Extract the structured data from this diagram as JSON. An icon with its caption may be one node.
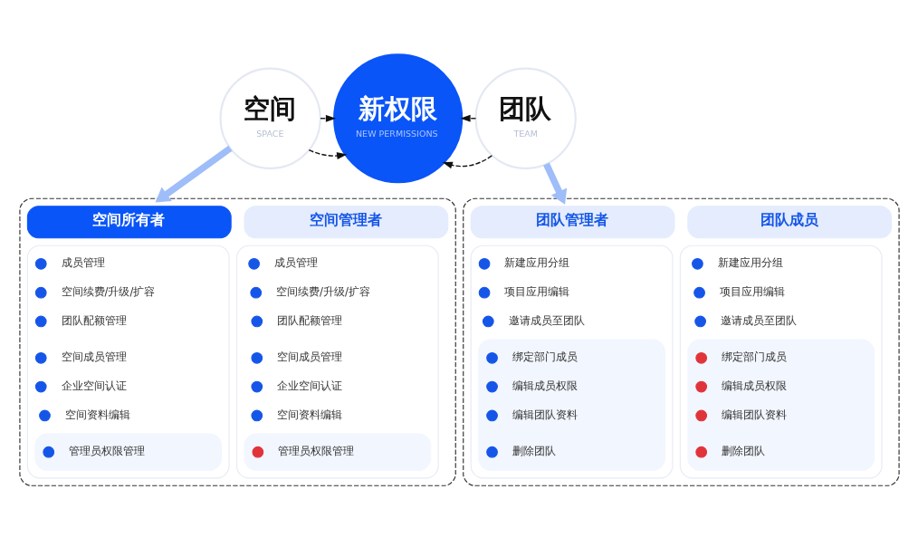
{
  "diagram": {
    "nodes": [
      {
        "text": [
          "空间",
          "SPACE"
        ]
      },
      {
        "text": [
          "新权限",
          "NEW PERMISSIONS"
        ]
      },
      {
        "text": [
          "团队",
          "TEAM"
        ]
      },
      {
        "text": [],
        "shape": "box"
      },
      {
        "text": [
          "空间所有者"
        ],
        "in": 3
      },
      {
        "text": [],
        "shape": "box",
        "in": 3
      },
      {
        "text": [
          "成员管理"
        ],
        "in": 5
      },
      {
        "text": [
          "空间续费/升级/扩容"
        ],
        "in": 5
      },
      {
        "text": [
          "团队配额管理"
        ],
        "in": 5
      },
      {
        "text": [
          "空间成员管理"
        ],
        "in": 5
      },
      {
        "text": [
          "企业空间认证"
        ],
        "in": 5
      },
      {
        "text": [
          "空间资料编辑"
        ],
        "in": 5
      },
      {
        "text": [],
        "shape": "box",
        "in": 5
      },
      {
        "text": [
          "管理员权限管理"
        ],
        "in": 12
      },
      {
        "text": [
          "空间管理者"
        ],
        "in": 3
      },
      {
        "text": [],
        "shape": "box",
        "in": 3
      },
      {
        "text": [
          "成员管理"
        ],
        "in": 15
      },
      {
        "text": [
          "空间续费/升级/扩容"
        ],
        "in": 15
      },
      {
        "text": [
          "团队配额管理"
        ],
        "in": 15
      },
      {
        "text": [
          "空间成员管理"
        ],
        "in": 15
      },
      {
        "text": [
          "企业空间认证"
        ],
        "in": 15
      },
      {
        "text": [
          "空间资料编辑"
        ],
        "in": 15
      },
      {
        "text": [],
        "shape": "box",
        "in": 15
      },
      {
        "text": [
          "管理员权限管理"
        ],
        "in": 22
      },
      {
        "text": [],
        "shape": "box"
      },
      {
        "text": [
          "团队管理者"
        ],
        "in": 24
      },
      {
        "text": [],
        "shape": "box",
        "in": 24
      },
      {
        "text": [
          "新建应用分组"
        ],
        "in": 26
      },
      {
        "text": [
          "项目应用编辑"
        ],
        "in": 26
      },
      {
        "text": [
          "邀请成员至团队"
        ],
        "in": 26
      },
      {
        "text": [],
        "shape": "box",
        "in": 26
      },
      {
        "text": [
          "绑定部门成员"
        ],
        "in": 30
      },
      {
        "text": [
          "编辑成员权限"
        ],
        "in": 30
      },
      {
        "text": [
          "编辑团队资料"
        ],
        "in": 30
      },
      {
        "text": [
          "删除团队"
        ],
        "in": 30
      },
      {
        "text": [
          "团队成员"
        ],
        "in": 24
      },
      {
        "text": [],
        "shape": "box",
        "in": 24
      },
      {
        "text": [
          "新建应用分组"
        ],
        "in": 36
      },
      {
        "text": [
          "项目应用编辑"
        ],
        "in": 36
      },
      {
        "text": [
          "邀请成员至团队"
        ],
        "in": 36
      },
      {
        "text": [],
        "shape": "box",
        "in": 36
      },
      {
        "text": [
          "绑定部门成员"
        ],
        "in": 40
      },
      {
        "text": [
          "编辑成员权限"
        ],
        "in": 40
      },
      {
        "text": [
          "编辑团队资料"
        ],
        "in": 40
      },
      {
        "text": [
          "删除团队"
        ],
        "in": 40
      }
    ],
    "edges": [
      {
        "from": 0,
        "to": 1,
        "arrow": "to",
        "style": "dashed"
      },
      {
        "from": 0,
        "to": 1,
        "arrow": "to",
        "style": "dashed"
      },
      {
        "from": 2,
        "to": 1,
        "arrow": "to",
        "style": "dashed"
      },
      {
        "from": 2,
        "to": 1,
        "arrow": "to",
        "style": "dashed"
      },
      {
        "from": 0,
        "to": 3,
        "arrow": "to",
        "style": "thick",
        "color": "#9fbdf8"
      },
      {
        "from": 2,
        "to": 24,
        "arrow": "to",
        "style": "thick",
        "color": "#9fbdf8"
      }
    ]
  }
}
